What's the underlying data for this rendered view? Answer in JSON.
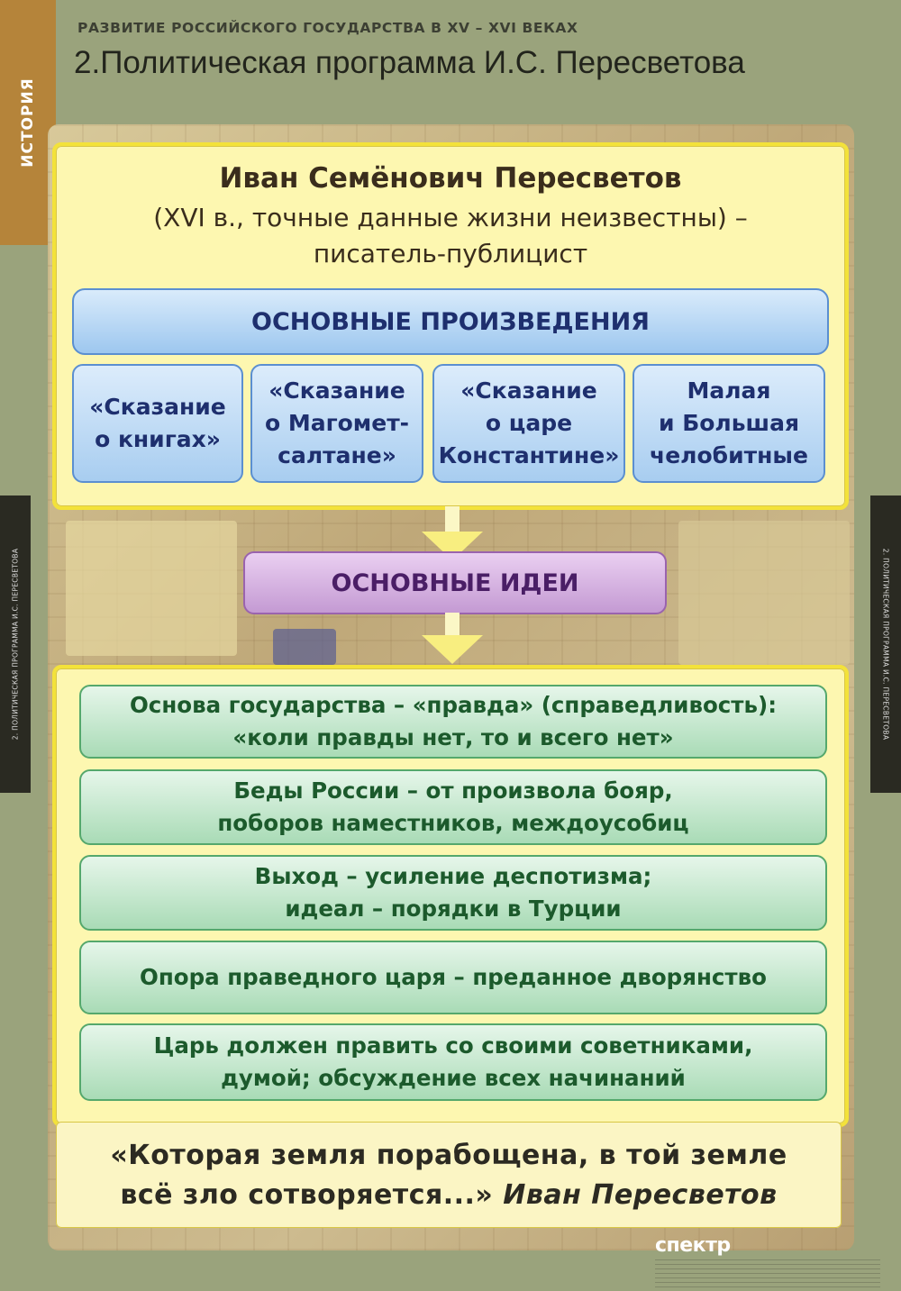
{
  "sidebar": {
    "tab_label": "ИСТОРИЯ",
    "left_caption": "2. ПОЛИТИЧЕСКАЯ ПРОГРАММА И.С. ПЕРЕСВЕТОВА",
    "right_caption": "2. ПОЛИТИЧЕСКАЯ ПРОГРАММА И.С. ПЕРЕСВЕТОВА"
  },
  "header": {
    "supertitle": "РАЗВИТИЕ РОССИЙСКОГО ГОСУДАРСТВА В XV – XVI ВЕКАХ",
    "title": "2.Политическая программа И.С. Пересветова"
  },
  "bio": {
    "name": "Иван Семёнович Пересветов",
    "dates": "(XVI в., точные данные жизни неизвестны) –",
    "role": "писатель-публицист"
  },
  "works": {
    "header": "ОСНОВНЫЕ ПРОИЗВЕДЕНИЯ",
    "items": [
      "«Сказание\nо книгах»",
      "«Сказание\nо Магомет-\nсалтане»",
      "«Сказание\nо царе\nКонстантине»",
      "Малая\nи Большая\nчелобитные"
    ]
  },
  "ideas": {
    "header": "ОСНОВНЫЕ ИДЕИ",
    "items": [
      "Основа государства – «правда» (справедливость):\n«коли правды нет, то и всего нет»",
      "Беды России – от произвола бояр,\nпоборов наместников, междоусобиц",
      "Выход – усиление деспотизма;\nидеал – порядки в Турции",
      "Опора праведного царя – преданное дворянство",
      "Царь должен править со своими советниками,\nдумой; обсуждение всех начинаний"
    ]
  },
  "quote": {
    "line1": "«Которая земля порабощена, в той земле",
    "line2": "всё зло сотворяется...»",
    "author": "Иван Пересветов"
  },
  "footer": {
    "logo": "спектр"
  },
  "colors": {
    "background": "#9aa37c",
    "tab": "#b5843a",
    "panel": "#fdf7b0",
    "blue": "#a8cdf0",
    "purple": "#c49ad3",
    "green": "#a9dbb6"
  }
}
